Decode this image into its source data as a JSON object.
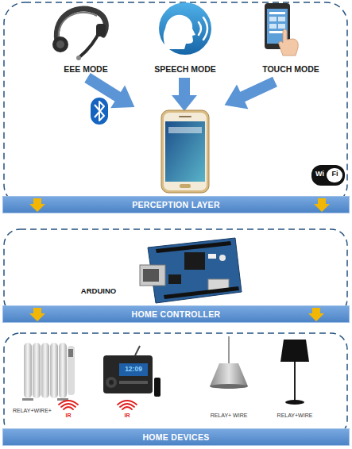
{
  "diagram": {
    "nodes": [
      {
        "text": [
          "PERCEPTION LAYER"
        ]
      },
      {
        "text": [
          "HOME CONTROLLER"
        ]
      },
      {
        "text": [
          "HOME DEVICES"
        ]
      }
    ],
    "labels": [
      "EEE MODE",
      "SPEECH MODE",
      "TOUCH MODE",
      "Wi",
      "Fi",
      "ARDUINO",
      "RELAY+WIRE+",
      "IR",
      "12:09",
      "IR",
      "RELAY+ WIRE",
      "RELAY+WIRE"
    ]
  }
}
